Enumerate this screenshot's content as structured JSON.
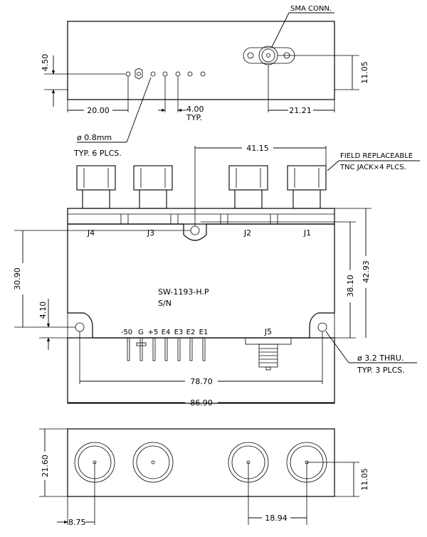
{
  "top_view": {
    "sma_label": "SMA CONN.",
    "dim_left_height": "4.50",
    "dim_right_height": "11.05",
    "dim_pin_offset": "20.00",
    "dim_sma_offset": "21.21",
    "dim_pitch": "4.00",
    "dim_pitch_note": "TYP.",
    "pin_diameter": "ø 0.8mm",
    "pin_note": "TYP. 6 PLCS."
  },
  "front_view": {
    "field_note_1": "FIELD REPLACEABLE",
    "field_note_2": "TNC JACK×4 PLCS.",
    "dim_center_hole": "41.15",
    "jacks": [
      "J4",
      "J3",
      "J2",
      "J1"
    ],
    "model": "SW-1193-H.P",
    "serial": "S/N",
    "pin_labels": [
      "-50",
      "G",
      "+5",
      "E4",
      "E3",
      "E2",
      "E1"
    ],
    "j5_label": "J5",
    "dim_left_height": "30.90",
    "dim_left_small": "4.10",
    "dim_right_inner": "38.10",
    "dim_right_outer": "42.93",
    "dim_hole_span": "78.70",
    "dim_total_width": "86.90",
    "hole_note_1": "ø 3.2 THRU.",
    "hole_note_2": "TYP. 3 PLCS."
  },
  "bottom_view": {
    "dim_height": "21.60",
    "dim_right_height": "11.05",
    "dim_left_offset": "8.75",
    "dim_jack_spacing": "18.94"
  }
}
